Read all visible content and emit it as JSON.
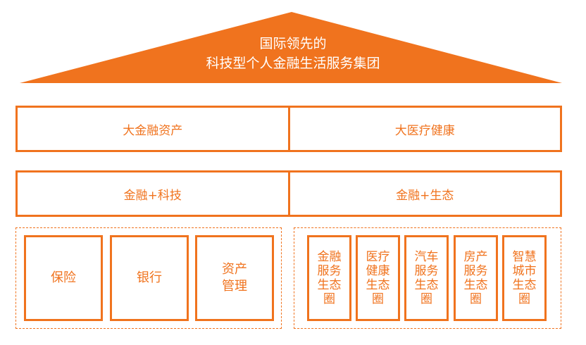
{
  "colors": {
    "accent": "#f0731e"
  },
  "roof": {
    "line1": "国际领先的",
    "line2": "科技型个人金融生活服务集团"
  },
  "row1": {
    "left": "大金融资产",
    "right": "大医疗健康"
  },
  "row2": {
    "left": "金融+科技",
    "right": "金融+生态"
  },
  "business": [
    "保险",
    "银行",
    "资产\n管理"
  ],
  "ecosystems": [
    "金融\n服务\n生态\n圈",
    "医疗\n健康\n生态\n圈",
    "汽车\n服务\n生态\n圈",
    "房产\n服务\n生态\n圈",
    "智慧\n城市\n生态\n圈"
  ]
}
